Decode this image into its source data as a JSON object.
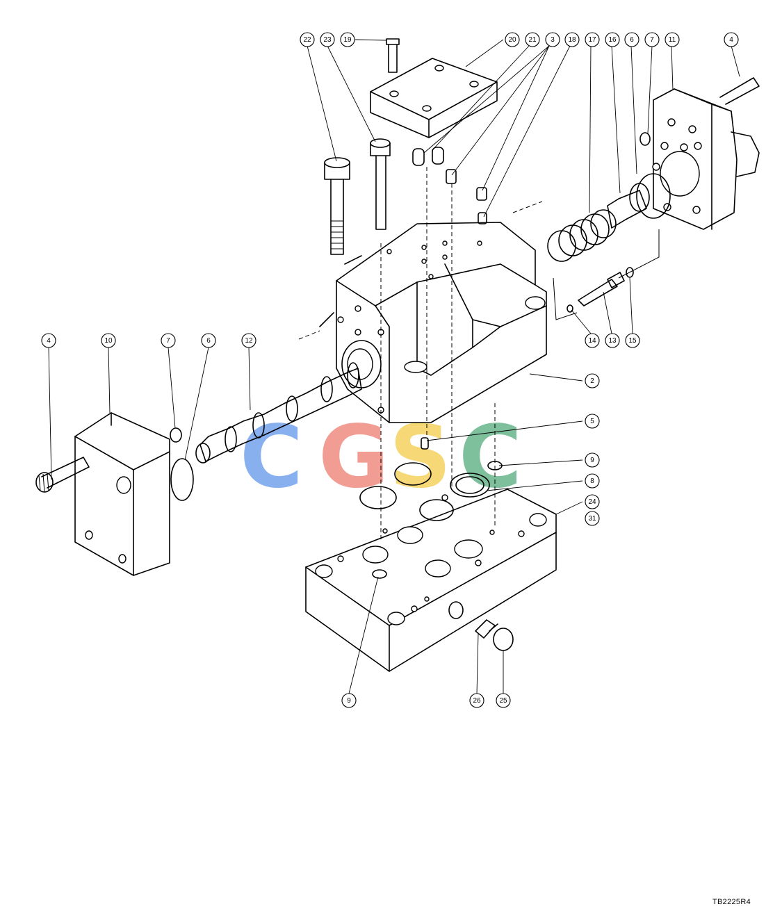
{
  "drawing_ref": "TB2225R4",
  "watermark": {
    "letters": [
      "C",
      "G",
      "S",
      "C"
    ],
    "colors": [
      "#4a86e8",
      "#ea6a5a",
      "#f4c430",
      "#3a9e68"
    ]
  },
  "callouts": [
    "22",
    "23",
    "19",
    "20",
    "21",
    "3",
    "18",
    "17",
    "16",
    "6",
    "7",
    "11",
    "4",
    "4",
    "10",
    "7",
    "6",
    "12",
    "14",
    "13",
    "15",
    "2",
    "5",
    "9",
    "8",
    "24",
    "31",
    "9",
    "26",
    "25"
  ]
}
